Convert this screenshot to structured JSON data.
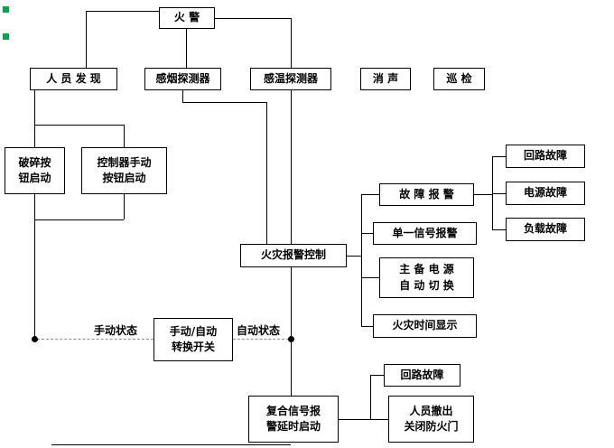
{
  "diagram": {
    "title": "fire-alarm-system-flowchart",
    "nodes": {
      "fire_alarm": "火 警",
      "personnel": "人 员 发 现",
      "smoke_detector": "感烟探测器",
      "temp_detector": "感温探测器",
      "mute": "消 声",
      "inspection": "巡 检",
      "break_button": "破碎按\n钮启动",
      "controller_manual": "控制器手动\n按钮启动",
      "fire_control": "火灾报警控制",
      "fault_alarm": "故 障 报 警",
      "loop_fault_top": "回路故障",
      "power_fault": "电源故障",
      "load_fault": "负载故障",
      "single_signal": "单一信号报警",
      "power_switch": "主 备 电 源\n自 动 切 换",
      "fire_time": "火灾时间显示",
      "manual_auto_switch": "手动/自动\n转换开关",
      "composite_signal": "复合信号报\n警延时启动",
      "loop_fault_bottom": "回路故障",
      "evacuate": "人员撤出\n关闭防火门"
    },
    "labels": {
      "manual_state": "手动状态",
      "auto_state": "自动状态"
    },
    "colors": {
      "line": "#000000",
      "dashed_line": "#8a8a8a",
      "box_border": "#000000",
      "background": "#ffffff",
      "grip_marker": "#00a550"
    }
  }
}
